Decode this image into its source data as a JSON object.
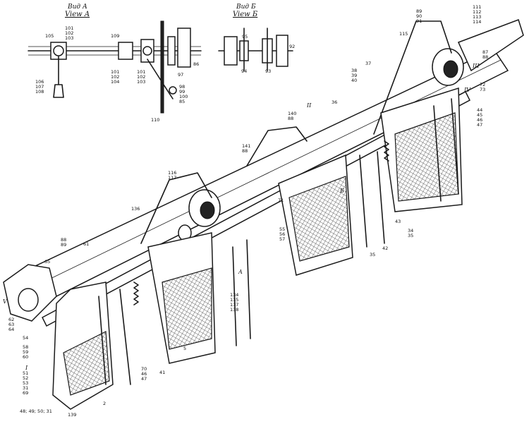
{
  "view_a": {
    "title_ru": "Вид А",
    "title_en": "View A"
  },
  "view_b": {
    "title_ru": "Вид Б",
    "title_en": "View Б"
  },
  "callouts": [
    {
      "id": "c1",
      "text": "101"
    },
    {
      "id": "c2",
      "text": "102"
    },
    {
      "id": "c3",
      "text": "103"
    },
    {
      "id": "c4",
      "text": "105"
    },
    {
      "id": "c5",
      "text": "109"
    },
    {
      "id": "c6",
      "text": "101"
    },
    {
      "id": "c7",
      "text": "102"
    },
    {
      "id": "c8",
      "text": "104"
    },
    {
      "id": "c9",
      "text": "101"
    },
    {
      "id": "c10",
      "text": "102"
    },
    {
      "id": "c11",
      "text": "103"
    },
    {
      "id": "c12",
      "text": "86"
    },
    {
      "id": "c13",
      "text": "97"
    },
    {
      "id": "c14",
      "text": "106"
    },
    {
      "id": "c15",
      "text": "107"
    },
    {
      "id": "c16",
      "text": "108"
    },
    {
      "id": "c17",
      "text": "98"
    },
    {
      "id": "c18",
      "text": "99"
    },
    {
      "id": "c19",
      "text": "100"
    },
    {
      "id": "c20",
      "text": "85"
    },
    {
      "id": "c21",
      "text": "110"
    },
    {
      "id": "c22",
      "text": "95"
    },
    {
      "id": "c23",
      "text": "92"
    },
    {
      "id": "c24",
      "text": "94"
    },
    {
      "id": "c25",
      "text": "93"
    },
    {
      "id": "c26",
      "text": "89"
    },
    {
      "id": "c27",
      "text": "90"
    },
    {
      "id": "c28",
      "text": "91"
    },
    {
      "id": "c29",
      "text": "111"
    },
    {
      "id": "c30",
      "text": "112"
    },
    {
      "id": "c31",
      "text": "113"
    },
    {
      "id": "c32",
      "text": "114"
    },
    {
      "id": "c33",
      "text": "115"
    },
    {
      "id": "c34",
      "text": "87"
    },
    {
      "id": "c35",
      "text": "88"
    },
    {
      "id": "c36",
      "text": "III"
    },
    {
      "id": "c37",
      "text": "72"
    },
    {
      "id": "c38",
      "text": "73"
    },
    {
      "id": "c39",
      "text": "IV"
    },
    {
      "id": "c40",
      "text": "37"
    },
    {
      "id": "c41",
      "text": "38"
    },
    {
      "id": "c42",
      "text": "39"
    },
    {
      "id": "c43",
      "text": "40"
    },
    {
      "id": "c44",
      "text": "36"
    },
    {
      "id": "c45",
      "text": "II"
    },
    {
      "id": "c46",
      "text": "140"
    },
    {
      "id": "c47",
      "text": "88"
    },
    {
      "id": "c48",
      "text": "44"
    },
    {
      "id": "c49",
      "text": "45"
    },
    {
      "id": "c50",
      "text": "46"
    },
    {
      "id": "c51",
      "text": "47"
    },
    {
      "id": "c52",
      "text": "141"
    },
    {
      "id": "c53",
      "text": "88"
    },
    {
      "id": "c54",
      "text": "116"
    },
    {
      "id": "c55",
      "text": "117"
    },
    {
      "id": "c56",
      "text": "71"
    },
    {
      "id": "c57",
      "text": "Б"
    },
    {
      "id": "c58",
      "text": "43"
    },
    {
      "id": "c59",
      "text": "34"
    },
    {
      "id": "c60",
      "text": "35"
    },
    {
      "id": "c61",
      "text": "55"
    },
    {
      "id": "c62",
      "text": "56"
    },
    {
      "id": "c63",
      "text": "57"
    },
    {
      "id": "c64",
      "text": "42"
    },
    {
      "id": "c65",
      "text": "35"
    },
    {
      "id": "c66",
      "text": "136"
    },
    {
      "id": "c67",
      "text": "61"
    },
    {
      "id": "c68",
      "text": "88"
    },
    {
      "id": "c69",
      "text": "89"
    },
    {
      "id": "c70",
      "text": "65"
    },
    {
      "id": "c71",
      "text": "A"
    },
    {
      "id": "c72",
      "text": "134"
    },
    {
      "id": "c73",
      "text": "135"
    },
    {
      "id": "c74",
      "text": "137"
    },
    {
      "id": "c75",
      "text": "138"
    },
    {
      "id": "c76",
      "text": "V"
    },
    {
      "id": "c77",
      "text": "62"
    },
    {
      "id": "c78",
      "text": "63"
    },
    {
      "id": "c79",
      "text": "64"
    },
    {
      "id": "c80",
      "text": "54"
    },
    {
      "id": "c81",
      "text": "58"
    },
    {
      "id": "c82",
      "text": "59"
    },
    {
      "id": "c83",
      "text": "60"
    },
    {
      "id": "c84",
      "text": "I"
    },
    {
      "id": "c85",
      "text": "51"
    },
    {
      "id": "c86",
      "text": "52"
    },
    {
      "id": "c87",
      "text": "53"
    },
    {
      "id": "c88",
      "text": "31"
    },
    {
      "id": "c89",
      "text": "69"
    },
    {
      "id": "c90",
      "text": "48; 49; 50; 31"
    },
    {
      "id": "c91",
      "text": "139"
    },
    {
      "id": "c92",
      "text": "2"
    },
    {
      "id": "c93",
      "text": "70"
    },
    {
      "id": "c94",
      "text": "46"
    },
    {
      "id": "c95",
      "text": "47"
    },
    {
      "id": "c96",
      "text": "41"
    },
    {
      "id": "c97",
      "text": "5"
    }
  ]
}
